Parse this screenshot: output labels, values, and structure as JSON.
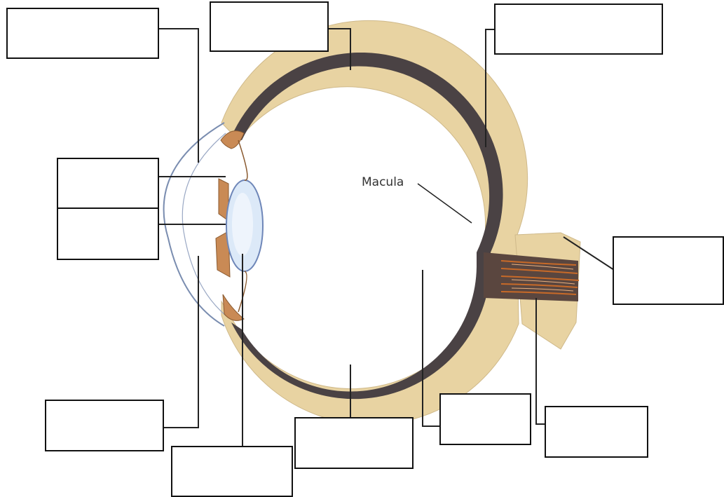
{
  "diagram": {
    "labels": {
      "macula": "Macula"
    },
    "blank_boxes": [
      "top-left",
      "top-center",
      "top-right",
      "left-upper",
      "left-lower",
      "right-middle",
      "bottom-left",
      "bottom-center-left",
      "bottom-center",
      "bottom-center-right",
      "bottom-right"
    ],
    "colors": {
      "sclera": "#e8d3a2",
      "choroid_retina": "#4a4244",
      "iris_ciliary": "#c98a55",
      "lens": "#dce9f8",
      "optic_nerve": "#b0541d",
      "cornea_outline": "#7a8db0",
      "leader_line": "#222222"
    }
  }
}
